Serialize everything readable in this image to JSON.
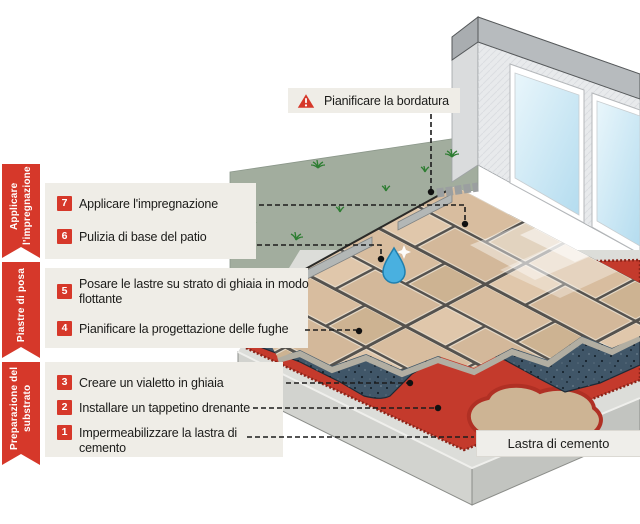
{
  "sidebar_ribbons": [
    {
      "label": "Applicare l'impregnazione"
    },
    {
      "label": "Piastre di posa"
    },
    {
      "label": "Preparazione del substrato"
    }
  ],
  "steps": [
    {
      "num": "7",
      "label": "Applicare l'impregnazione"
    },
    {
      "num": "6",
      "label": "Pulizia di base del patio"
    },
    {
      "num": "5",
      "label": "Posare le lastre su strato di ghiaia in modo flottante"
    },
    {
      "num": "4",
      "label": "Pianificare la progettazione delle fughe"
    },
    {
      "num": "3",
      "label": "Creare un vialetto in ghiaia"
    },
    {
      "num": "2",
      "label": "Installare un tappetino drenante"
    },
    {
      "num": "1",
      "label": "Impermeabilizzare la lastra di cemento"
    }
  ],
  "callout": {
    "icon": "warning-triangle-icon",
    "label": "Pianificare la bordatura"
  },
  "slab_label": {
    "label": "Lastra di cemento"
  },
  "icons": {
    "water_drop": "water-drop-icon",
    "warning": "warning-triangle-icon",
    "grass": "grass-tuft-icon"
  },
  "colors": {
    "accent_red": "#d6382a",
    "panel_bg": "#efede7",
    "text": "#1b1b19",
    "paver_tan": "#d8bd9f",
    "joint_gray": "#55524e",
    "gravel_blue": "#405668",
    "drainage_red": "#c43a2c",
    "lawn_green": "#a2ad9e",
    "grass_green": "#2e7d32",
    "wall_gray": "#e8eaec",
    "wall_band_gray": "#b7bbbe",
    "glass_blue": "#cfe9f7",
    "slab_gray": "#d2d3cf",
    "sand_tan": "#cdb494",
    "water_blue": "#49b0e0"
  }
}
